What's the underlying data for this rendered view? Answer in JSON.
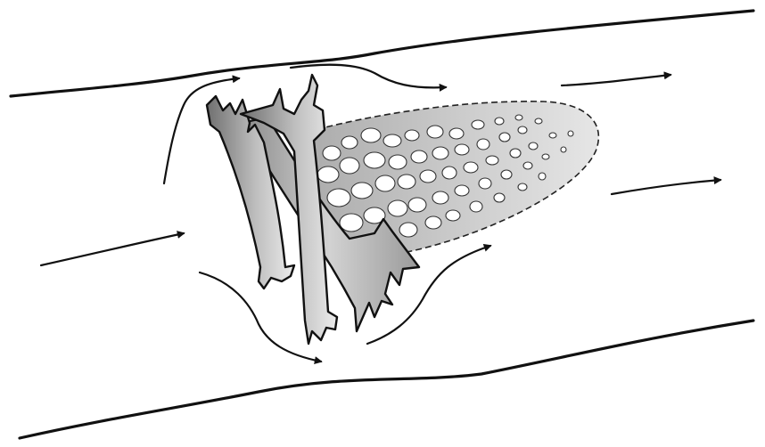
{
  "diagram": {
    "subject": "large wood jam",
    "elements": [
      "channel-bank-top",
      "channel-bank-bottom",
      "log-jam",
      "gravel-bar",
      "flow-arrow"
    ],
    "flow_direction": "left-to-right",
    "colors": {
      "line": "#111111",
      "wood_dark": "#7a7a7a",
      "wood_light": "#dcdcdc",
      "gravel_fill": "#c8c8c8",
      "background": "#ffffff"
    }
  }
}
